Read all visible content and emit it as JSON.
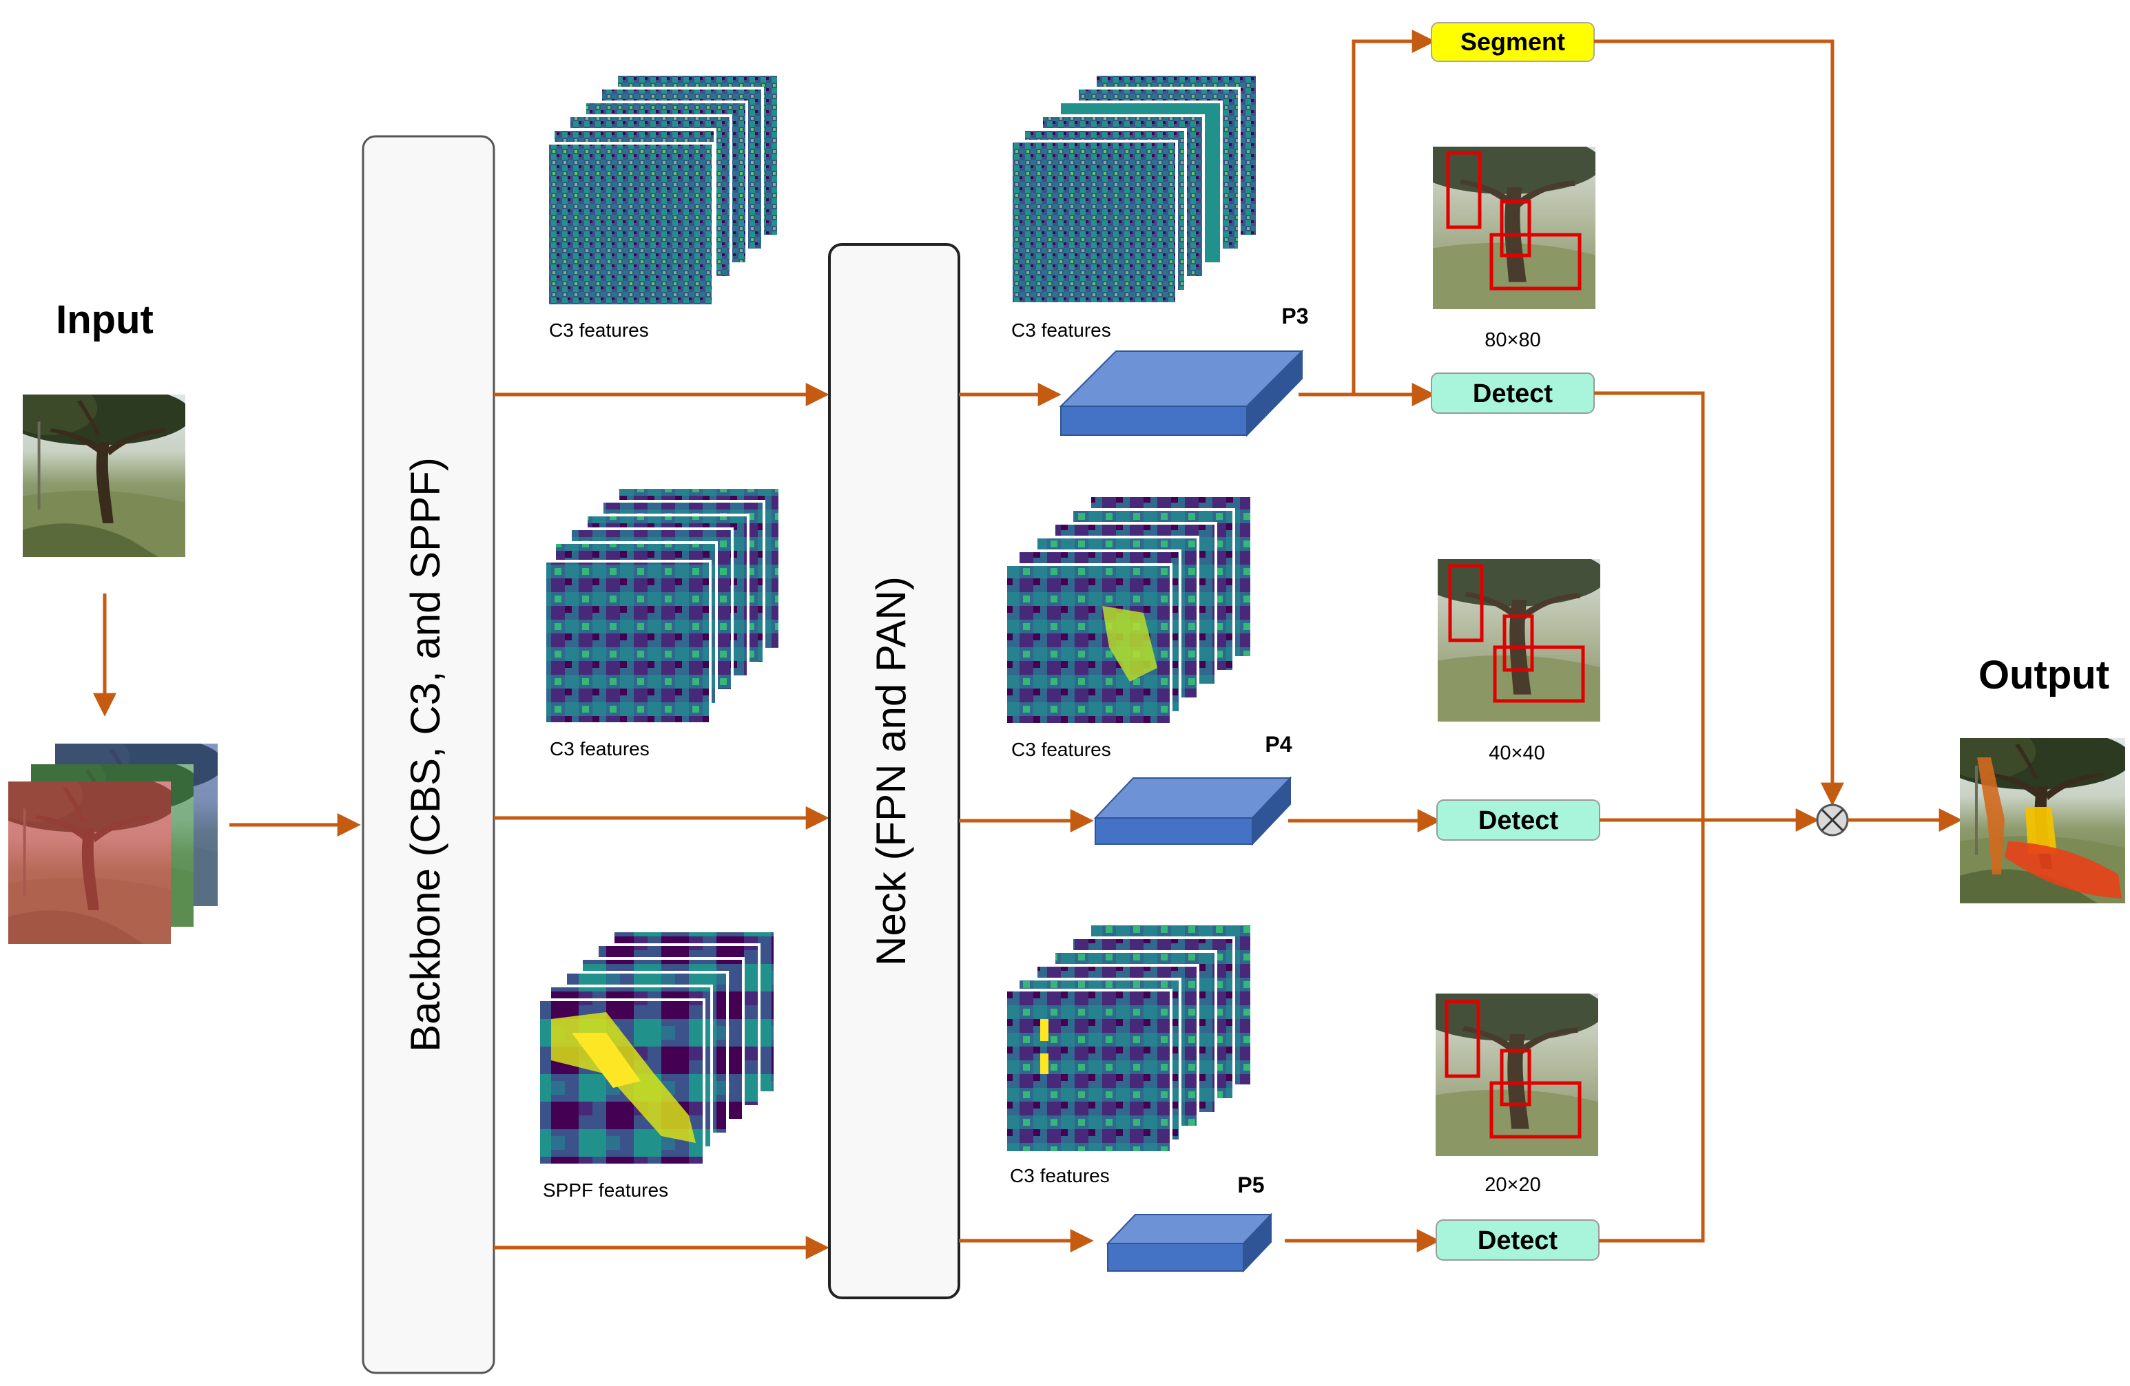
{
  "diagram": {
    "input_title": "Input",
    "output_title": "Output",
    "backbone_label": "Backbone (CBS, C3, and SPPF)",
    "neck_label": "Neck (FPN and PAN)",
    "backbone_feature_labels": [
      "C3 features",
      "C3 features",
      "SPPF features"
    ],
    "neck_feature_labels": [
      "C3 features",
      "C3 features",
      "C3 features"
    ],
    "scale_labels": [
      "P3",
      "P4",
      "P5"
    ],
    "segment_label": "Segment",
    "detect_labels": [
      "Detect",
      "Detect",
      "Detect"
    ],
    "grid_labels": [
      "80×80",
      "40×40",
      "20×20"
    ],
    "colors": {
      "arrow": "#c55a11",
      "segment_fill": "#ffff00",
      "detect_fill": "#a8f5dc",
      "block_front": "#4472c4",
      "block_top": "#6d93d6",
      "block_side": "#2f5597",
      "box_red": "#e00000",
      "rgb_red": "#d24a4a",
      "rgb_green": "#3f8f4f",
      "rgb_blue": "#3b57a8"
    }
  }
}
